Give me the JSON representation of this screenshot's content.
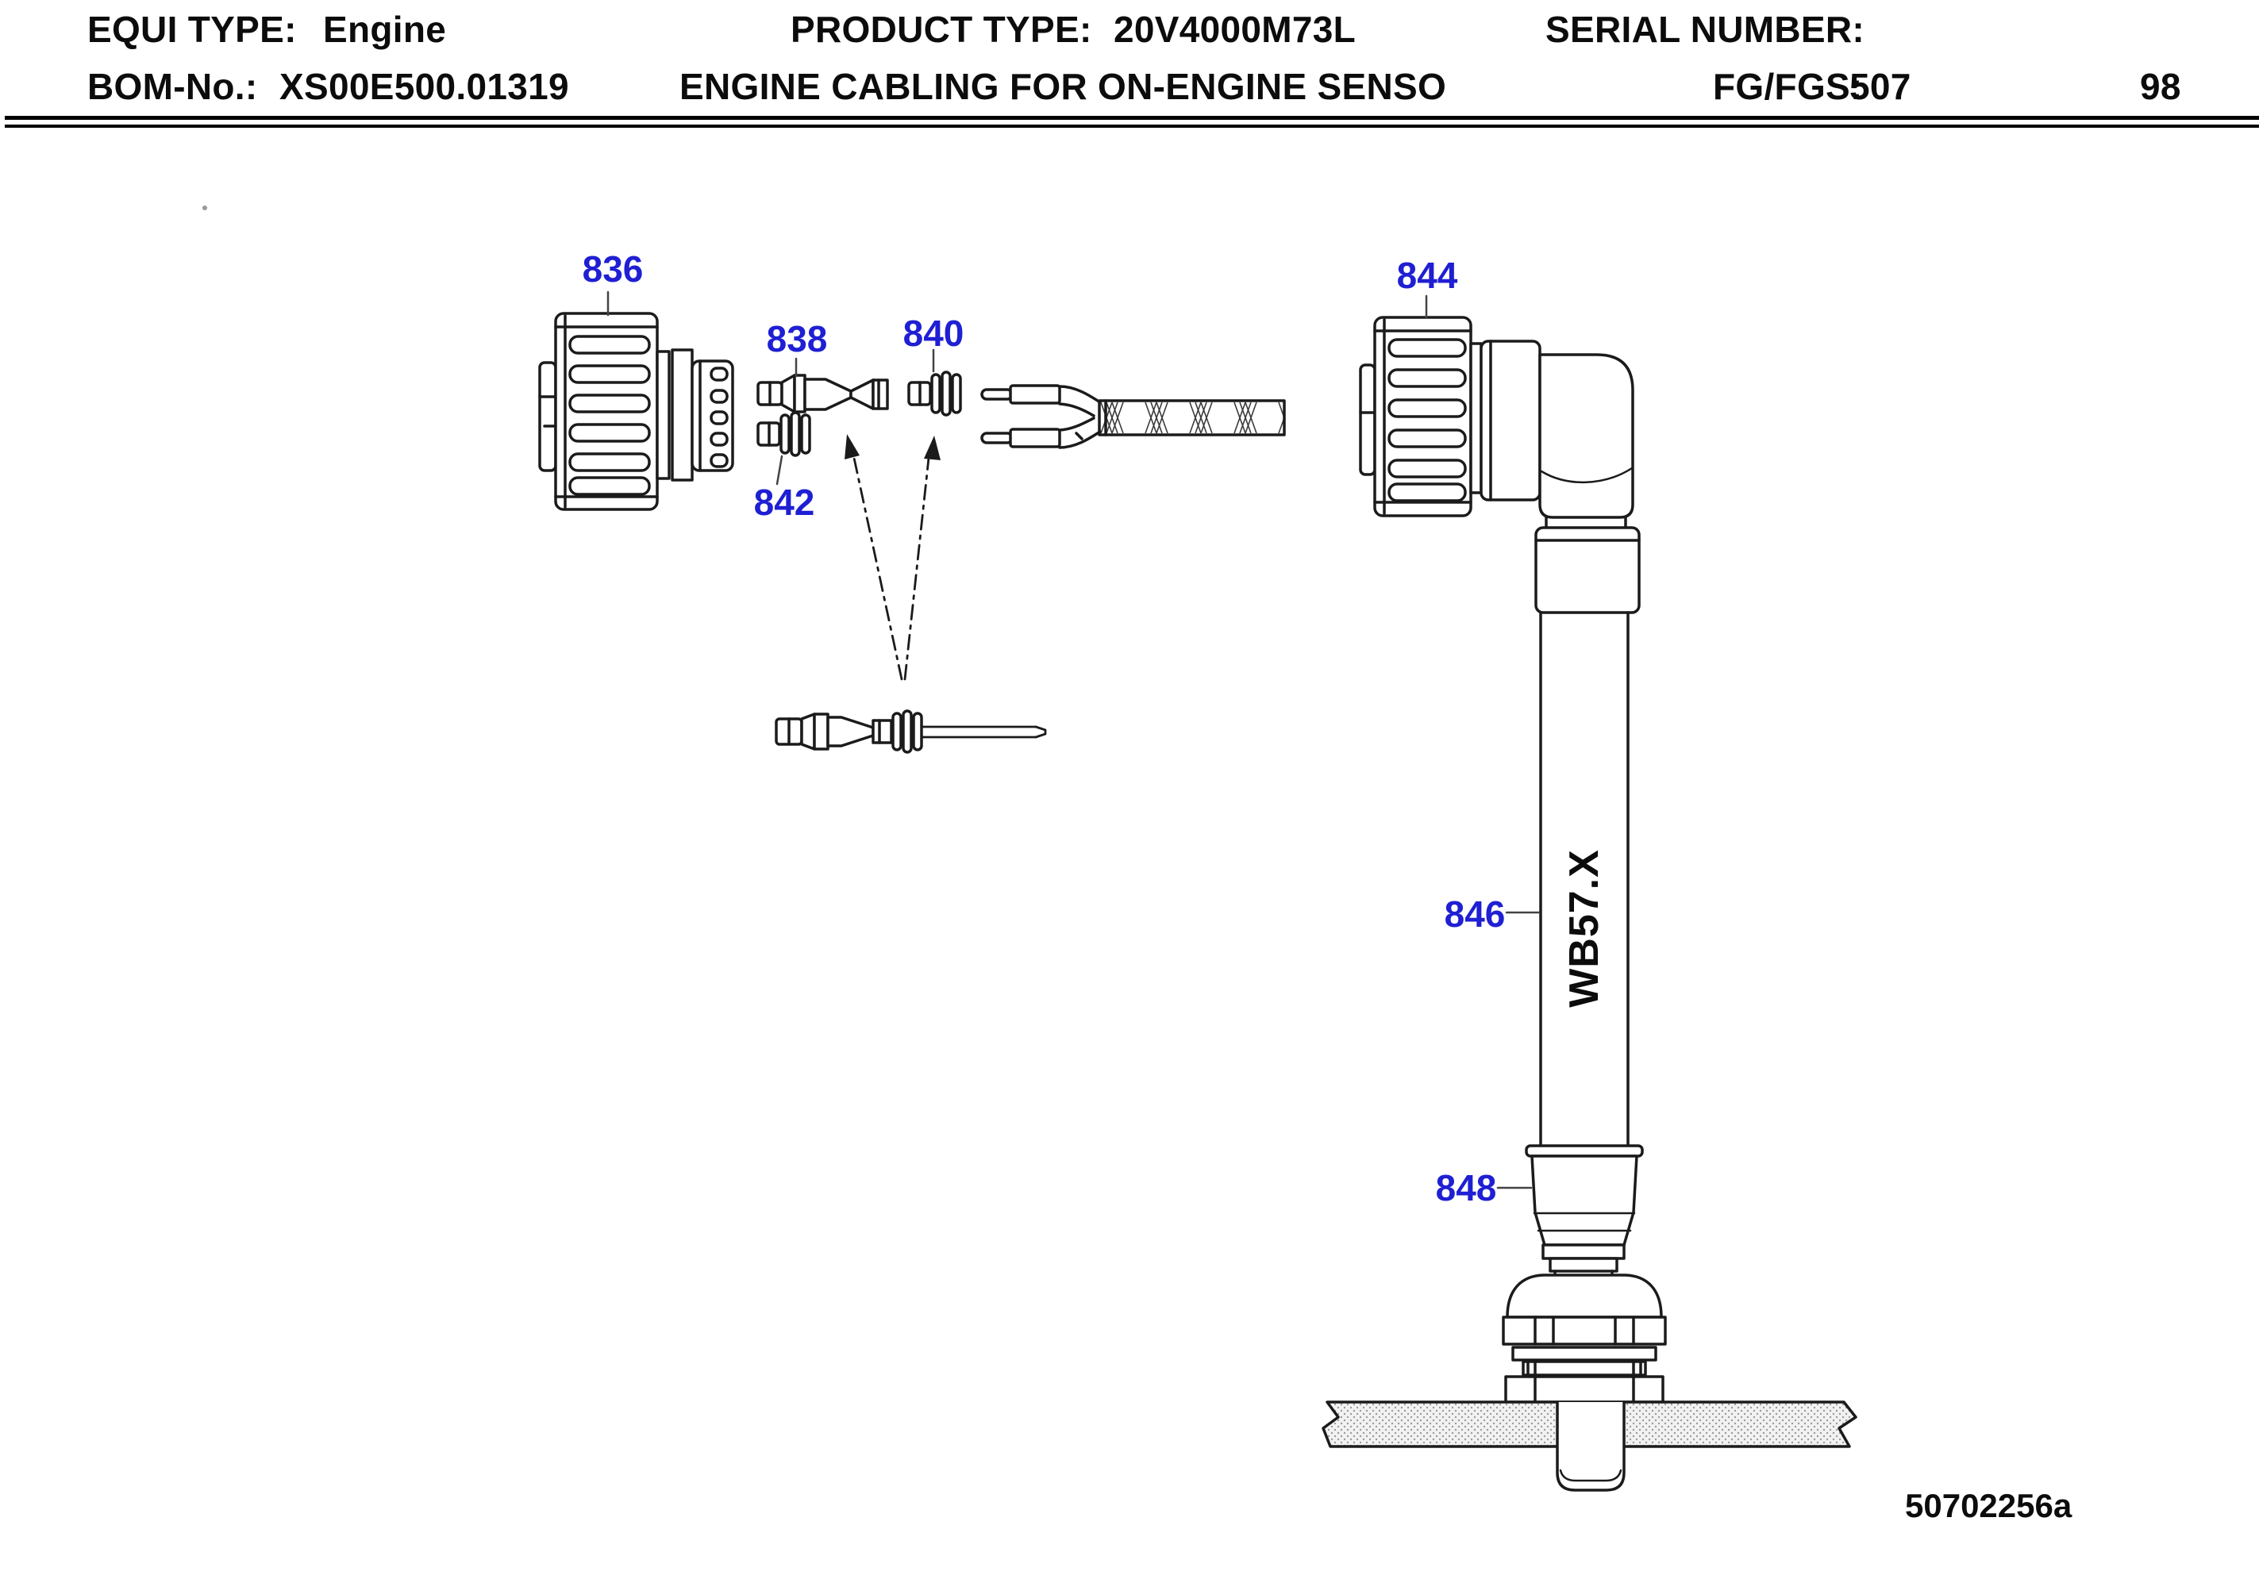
{
  "header": {
    "equi_type_label": "EQUI TYPE:",
    "equi_type_value": "Engine",
    "product_type_label": "PRODUCT TYPE:",
    "product_type_value": "20V4000M73L",
    "serial_number_label": "SERIAL NUMBER:",
    "bom_no_label": "BOM-No.:",
    "bom_no_value": "XS00E500.01319",
    "assembly_title": "ENGINE CABLING FOR ON-ENGINE SENSO",
    "fg_fgs_label": "FG/FGS:",
    "fg_fgs_value": "507",
    "page_number": "98"
  },
  "diagram": {
    "callouts": [
      {
        "label": "836"
      },
      {
        "label": "838"
      },
      {
        "label": "840"
      },
      {
        "label": "842"
      },
      {
        "label": "844"
      },
      {
        "label": "846"
      },
      {
        "label": "848"
      }
    ],
    "cable_label": "WB57.X",
    "drawing_number": "50702256a",
    "colors": {
      "callout_blue": "#1f1fd3",
      "line_color": "#1b1b1b",
      "plate_stipple": "#9a9a9a"
    }
  }
}
